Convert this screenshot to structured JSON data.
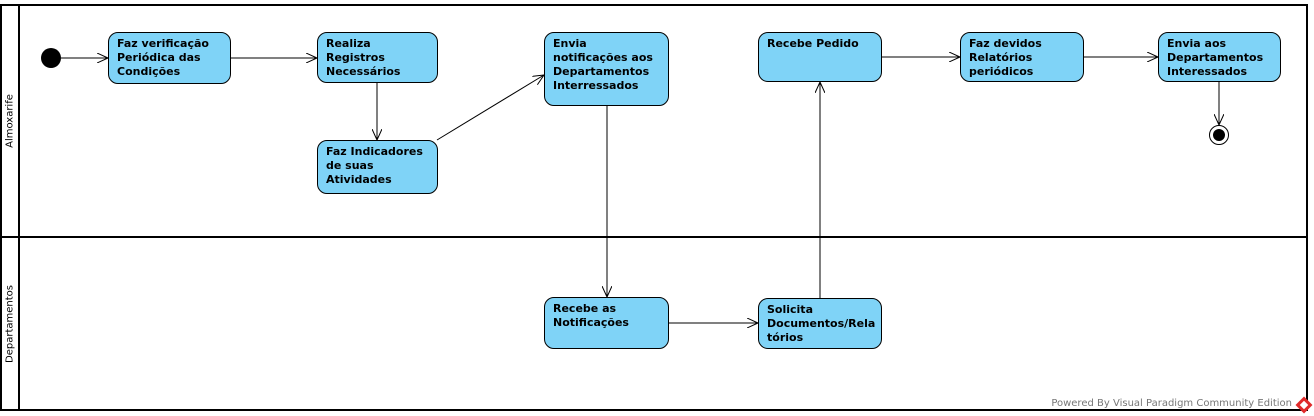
{
  "lanes": {
    "top": "Almoxarife",
    "bottom": "Departamentos"
  },
  "actions": {
    "verificacao": "Faz verificação\nPeriódica das\nCondições",
    "registros": "Realiza\nRegistros\nNecessários",
    "indicadores": "Faz Indicadores\nde suas\nAtividades",
    "notificacoes": "Envia\nnotificações aos\nDepartamentos\nInterressados",
    "recebe_pedido": "Recebe Pedido",
    "relatorios": "Faz devidos\nRelatórios\nperiódicos",
    "envia_deptos": "Envia aos\nDepartamentos\nInteressados",
    "recebe_notificacoes": "Recebe as\nNotificações",
    "solicita": "Solicita\nDocumentos/Rela\ntórios"
  },
  "colors": {
    "action_fill": "#7fd3f7",
    "stroke": "#000000"
  },
  "footer": "Powered By Visual Paradigm Community Edition"
}
